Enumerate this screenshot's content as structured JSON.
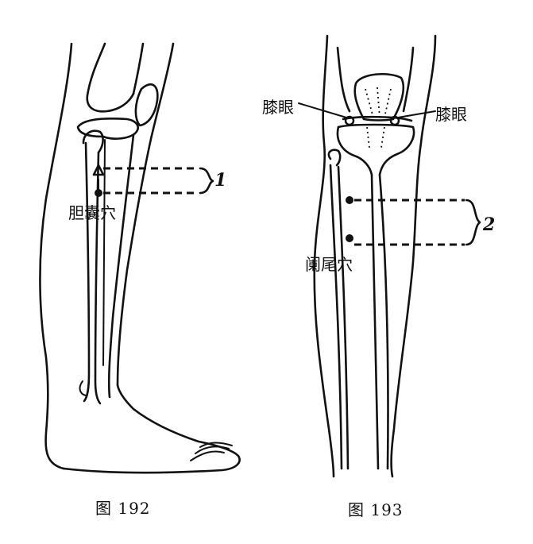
{
  "figure_left": {
    "caption": "图 192",
    "point_label": "胆囊穴",
    "distance_label": "1",
    "icon": "leg-side-view"
  },
  "figure_right": {
    "caption": "图 193",
    "point_label": "阑尾穴",
    "left_point_label": "膝眼",
    "right_point_label": "膝眼",
    "distance_label": "2",
    "icon": "knee-front-view"
  }
}
